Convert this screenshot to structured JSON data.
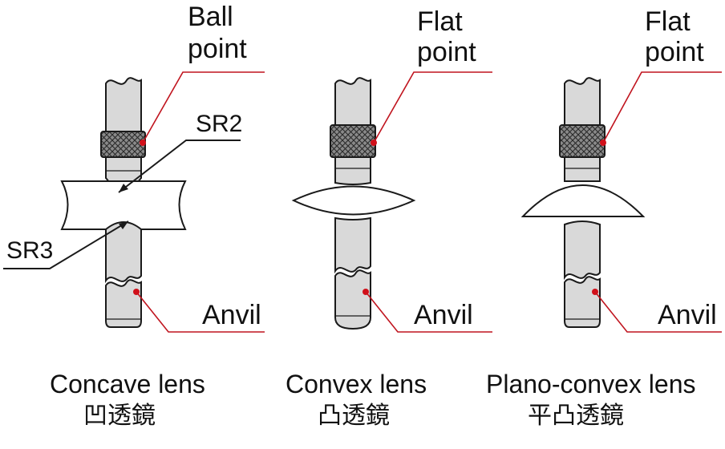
{
  "panels": [
    {
      "id": "concave",
      "point_label_line1": "Ball",
      "point_label_line2": "point",
      "radius_upper": "SR2",
      "radius_lower": "SR3",
      "anvil_label": "Anvil",
      "caption_en": "Concave lens",
      "caption_zh": "凹透鏡"
    },
    {
      "id": "convex",
      "point_label_line1": "Flat",
      "point_label_line2": "point",
      "anvil_label": "Anvil",
      "caption_en": "Convex lens",
      "caption_zh": "凸透鏡"
    },
    {
      "id": "plano-convex",
      "point_label_line1": "Flat",
      "point_label_line2": "point",
      "anvil_label": "Anvil",
      "caption_en": "Plano-convex lens",
      "caption_zh": "平凸透鏡"
    }
  ],
  "colors": {
    "leader_line": "#c0141e",
    "leader_dot": "#d0101a",
    "part_fill": "#d9d9d9",
    "outline": "#1a1a1a"
  }
}
